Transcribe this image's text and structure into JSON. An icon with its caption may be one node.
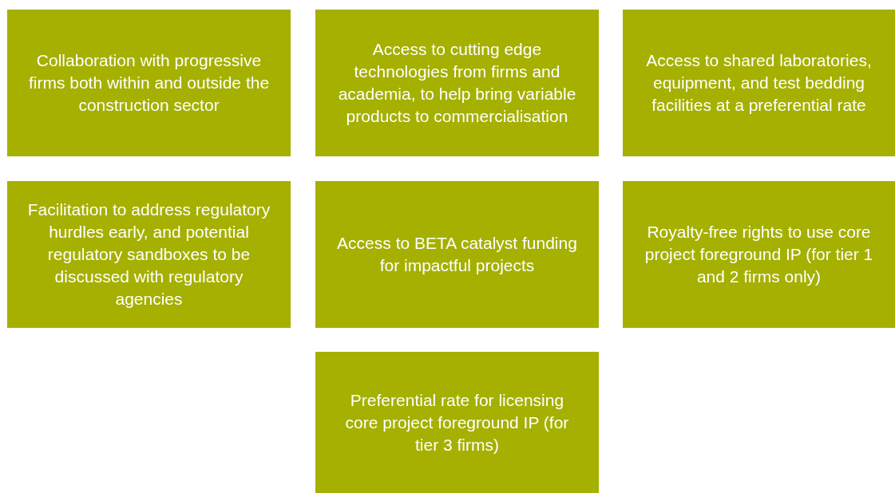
{
  "diagram": {
    "nodes": [
      {
        "text": [
          "Collaboration with progressive firms both within and outside the construction sector"
        ]
      },
      {
        "text": [
          "Access to cutting edge technologies from firms and academia, to help bring variable products to commercialisation"
        ]
      },
      {
        "text": [
          "Access to shared laboratories, equipment, and test bedding facilities at a preferential rate"
        ]
      },
      {
        "text": [
          "Facilitation to address regulatory hurdles early, and potential regulatory sandboxes to be discussed with regulatory agencies"
        ]
      },
      {
        "text": [
          "Access to BETA catalyst funding for impactful projects"
        ]
      },
      {
        "text": [
          "Royalty-free rights to use core project foreground IP (for tier 1 and 2 firms only)"
        ]
      },
      {
        "text": [
          "Preferential rate for licensing core project foreground IP (for tier 3 firms)"
        ]
      }
    ]
  }
}
